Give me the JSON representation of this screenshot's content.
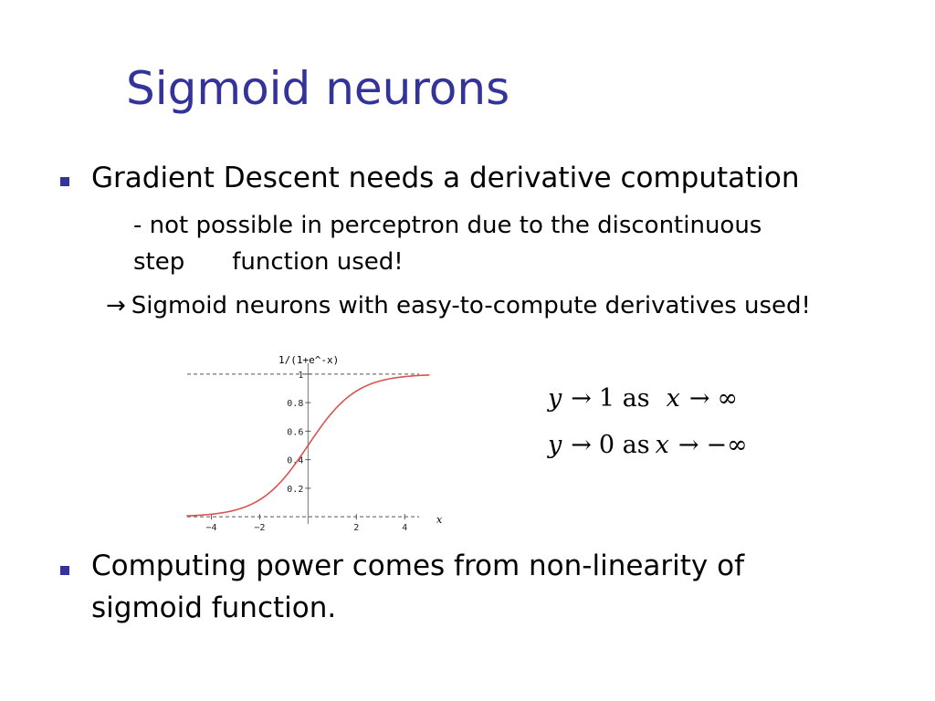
{
  "slide": {
    "title": "Sigmoid neurons",
    "bullet1": "Gradient Descent needs a derivative computation",
    "sub1_line1": "- not possible in perceptron due to the discontinuous",
    "sub1_line2a": "step",
    "sub1_line2b": "function used!",
    "sub2_arrow": "→",
    "sub2": "Sigmoid neurons with easy-to-compute derivatives used!",
    "bullet2_line1": "Computing power comes from non-linearity of",
    "bullet2_line2": "sigmoid function.",
    "colors": {
      "title": "#33339a",
      "bullet": "#33339a",
      "curve": "#d9534f"
    }
  },
  "equations": [
    {
      "lhs": "y",
      "arrow": "→",
      "value": "1",
      "as": "as",
      "var": "x",
      "limit": "∞"
    },
    {
      "lhs": "y",
      "arrow": "→",
      "value": "0",
      "as": "as",
      "var": "x",
      "limit": "−∞"
    }
  ],
  "chart_data": {
    "type": "line",
    "title": "1/(1+e^-x)",
    "xlabel": "x",
    "ylabel": "",
    "xlim": [
      -5,
      5.2
    ],
    "ylim": [
      -0.05,
      1.05
    ],
    "x_ticks": [
      "-4",
      "-2",
      "2",
      "4"
    ],
    "y_ticks": [
      "0.2",
      "0.4",
      "0.6",
      "0.8",
      "1"
    ],
    "dashed_lines": [
      0,
      1
    ],
    "grid": false,
    "series": [
      {
        "function": "sigmoid",
        "x": [
          -5,
          -4,
          -3,
          -2,
          -1,
          0,
          1,
          2,
          3,
          4,
          5
        ],
        "y": [
          0.007,
          0.018,
          0.047,
          0.119,
          0.269,
          0.5,
          0.731,
          0.881,
          0.953,
          0.982,
          0.993
        ]
      }
    ]
  }
}
